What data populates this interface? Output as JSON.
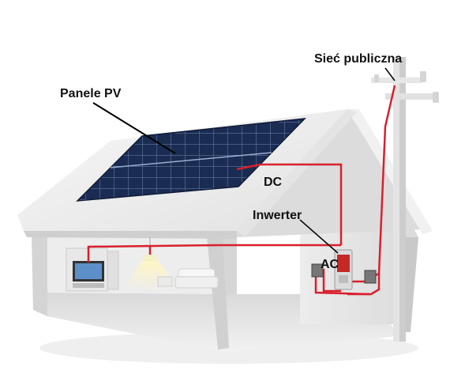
{
  "labels": {
    "pv_panels": "Panele PV",
    "dc": "DC",
    "inverter": "Inwerter",
    "ac": "AC",
    "grid": "Sieć publiczna"
  },
  "colors": {
    "wire": "#d8202c",
    "panel": "#1c2f55",
    "panel_grid": "#7f93b7",
    "house": "#e6e6e6",
    "house_shadow": "#cfcfcf",
    "roof_edge": "#f4f4f4"
  }
}
